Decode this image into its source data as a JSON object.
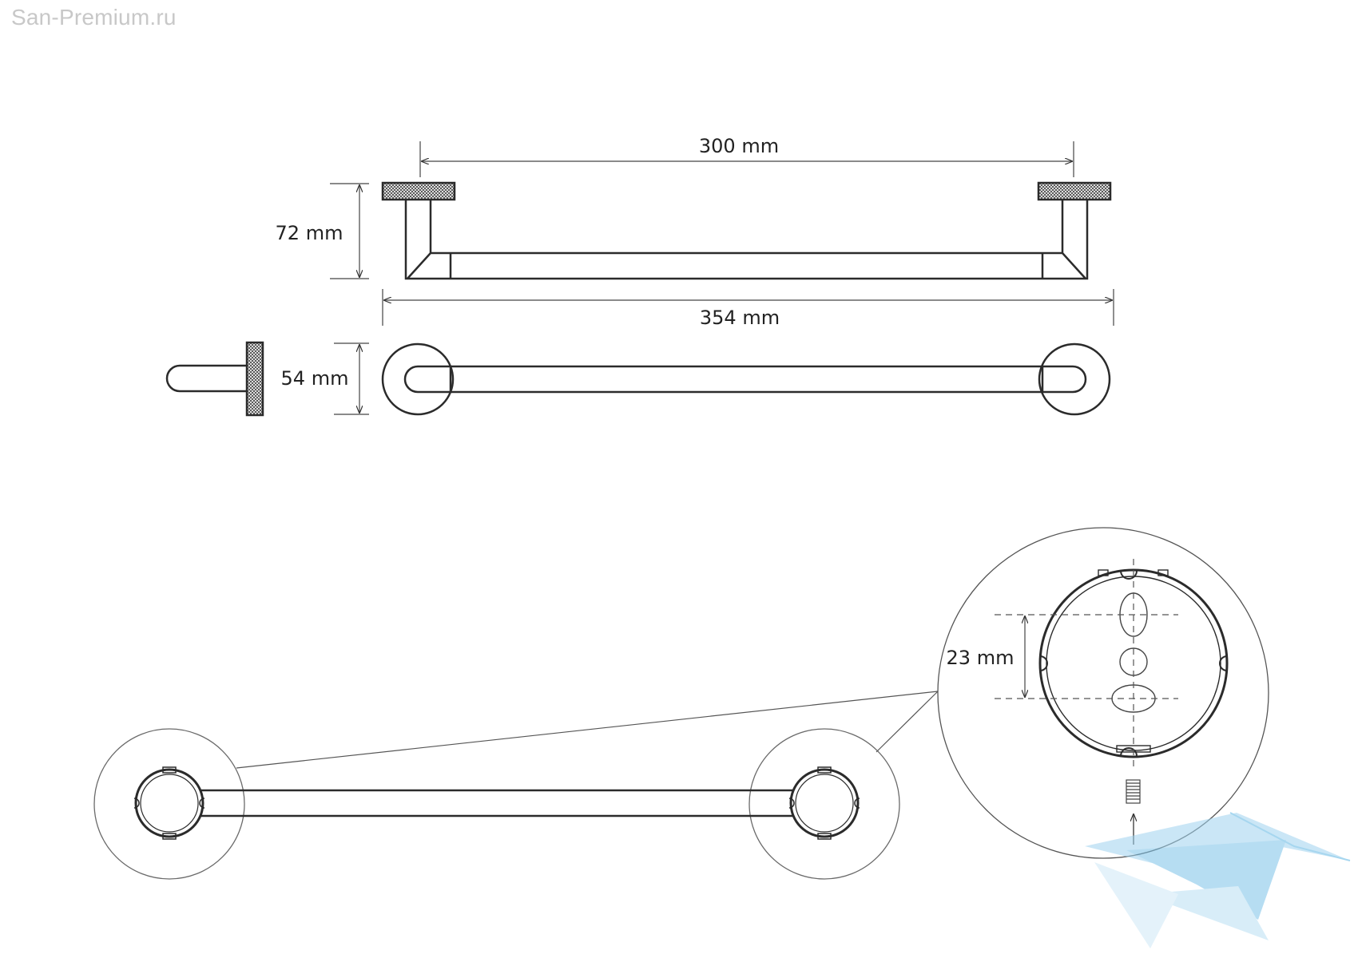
{
  "watermark": {
    "site": "San-Premium.ru"
  },
  "dimensions": {
    "inner_length": "300 mm",
    "height": "72 mm",
    "overall_length": "354 mm",
    "depth": "54 mm",
    "hole_spacing": "23 mm"
  },
  "colors": {
    "line": "#2b2b2b",
    "thin_line": "#555555",
    "watermark_text": "#c8c8c8",
    "logo_blue": "#5fb6e3"
  },
  "icons": [
    "knurled-flange",
    "screw",
    "arrow-up",
    "brand-logo"
  ]
}
